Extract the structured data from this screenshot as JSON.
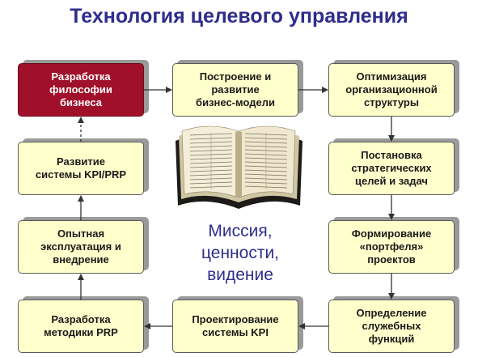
{
  "title": "Технология целевого управления",
  "colors": {
    "title": "#2e2d8c",
    "box_fill": "#ffffcc",
    "accent_fill": "#a0102a",
    "arrow": "#333333"
  },
  "boxes": {
    "philosophy": "Разработка\nфилософии\nбизнеса",
    "business_model": "Построение и\nразвитие\nбизнес-модели",
    "org_structure": "Оптимизация\nорганизационной\nструктуры",
    "kpi_prp": "Развитие\nсистемы KPI/PRP",
    "strategic_goals": "Постановка\nстратегических\nцелей и задач",
    "pilot": "Опытная\nэксплуатация и\nвнедрение",
    "portfolio": "Формирование\n«портфеля»\nпроектов",
    "prp_method": "Разработка\nметодики PRP",
    "kpi_design": "Проектирование\nсистемы KPI",
    "service_functions": "Определение\nслужебных\nфункций"
  },
  "center": {
    "image": "open-book-icon",
    "text": "Миссия,\nценности,\nвидение"
  }
}
